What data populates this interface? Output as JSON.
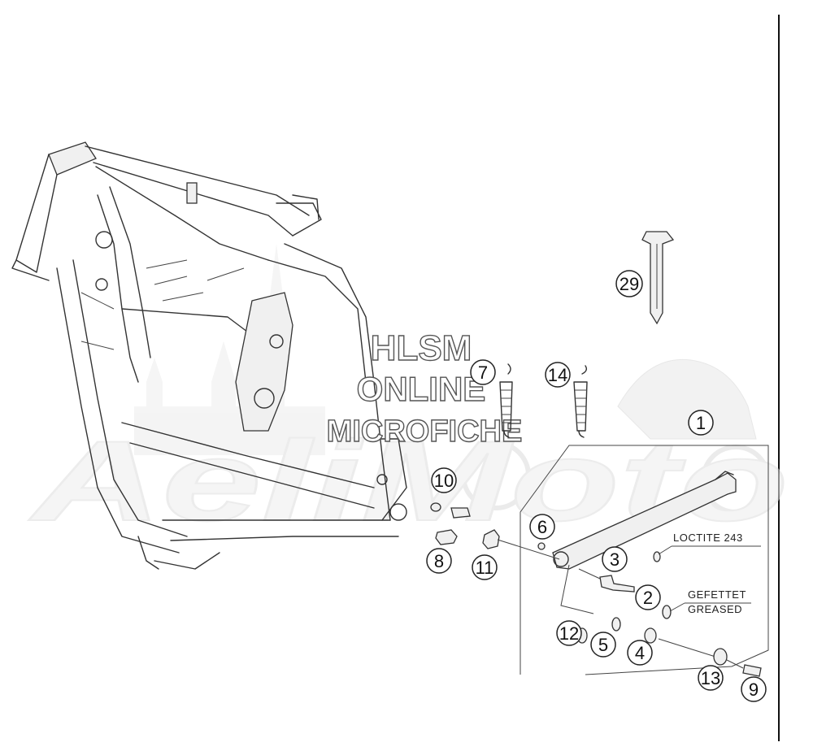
{
  "callouts": [
    {
      "id": "1",
      "label": "1"
    },
    {
      "id": "2",
      "label": "2"
    },
    {
      "id": "3",
      "label": "3"
    },
    {
      "id": "4",
      "label": "4"
    },
    {
      "id": "5",
      "label": "5"
    },
    {
      "id": "6",
      "label": "6"
    },
    {
      "id": "7",
      "label": "7"
    },
    {
      "id": "8",
      "label": "8"
    },
    {
      "id": "9",
      "label": "9"
    },
    {
      "id": "10",
      "label": "10"
    },
    {
      "id": "11",
      "label": "11"
    },
    {
      "id": "12",
      "label": "12"
    },
    {
      "id": "13",
      "label": "13"
    },
    {
      "id": "14",
      "label": "14"
    },
    {
      "id": "29",
      "label": "29"
    }
  ],
  "notes": {
    "loctite": "LOCTITE 243",
    "gefettet": "GEFETTET",
    "greased": "GREASED"
  },
  "watermark": {
    "line1": "HLSM",
    "line2": "ONLINE",
    "line3": "MICROFICHE",
    "brand": "AeliMoto"
  },
  "colors": {
    "background": "#ffffff",
    "line": "#333333",
    "watermark": "#e6e6e6"
  }
}
